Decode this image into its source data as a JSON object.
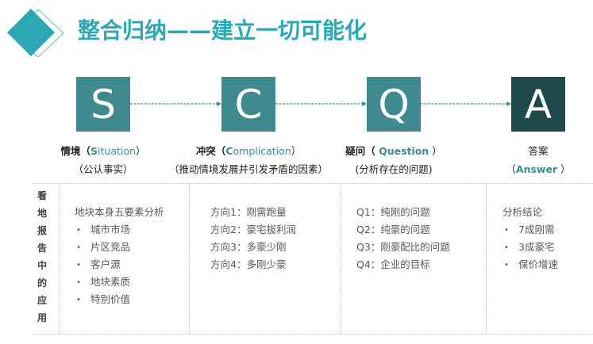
{
  "header": {
    "title": "整合归纳——建立一切可能化",
    "logo_icon": "diamond-logo-icon"
  },
  "colors": {
    "title": "#2BA7B5",
    "box_teal": "#3E8A8F",
    "box_dark": "#1F4A4C",
    "arrow": "#5BA7AE",
    "text": "#595959",
    "divider": "#D0D0D0"
  },
  "steps": [
    {
      "letter": "S",
      "label_zh": "情境（",
      "label_en_initial": "S",
      "label_en_rest": "ituation",
      "label_close": "）",
      "sub": "（公认事实）"
    },
    {
      "letter": "C",
      "label_zh": "冲突（",
      "label_en_initial": "C",
      "label_en_rest": "omplication",
      "label_close": "）",
      "sub": "（推动情境发展并引发矛盾的因素）"
    },
    {
      "letter": "Q",
      "label_zh": "疑问（ ",
      "label_en": "Question",
      "label_close": " ）",
      "sub": "(分析存在的问题)"
    },
    {
      "letter": "A",
      "label_zh": "答案",
      "sub_open": "（",
      "sub_en": "Answer",
      "sub_close": " ）"
    }
  ],
  "side_label": [
    "看",
    "地",
    "报",
    "告",
    "中",
    "的",
    "应",
    "用"
  ],
  "columns": {
    "situation": {
      "heading": "地块本身五要素分析",
      "bullet": "•",
      "items": [
        "城市市场",
        "片区竞品",
        "客户源",
        "地块素质",
        "特别价值"
      ]
    },
    "complication": {
      "items": [
        "方向1：刚需跑量",
        "方向2：豪宅拔利润",
        "方向3：多豪少刚",
        "方向4：多刚少豪"
      ]
    },
    "question": {
      "items": [
        "Q1：纯刚的问题",
        "Q2：纯豪的问题",
        "Q3：刚豪配比的问题",
        "Q4：企业的目标"
      ]
    },
    "answer": {
      "heading": "分析结论",
      "bullet": "•",
      "items": [
        "7成刚需",
        "3成豪宅",
        "保价增速"
      ]
    }
  }
}
